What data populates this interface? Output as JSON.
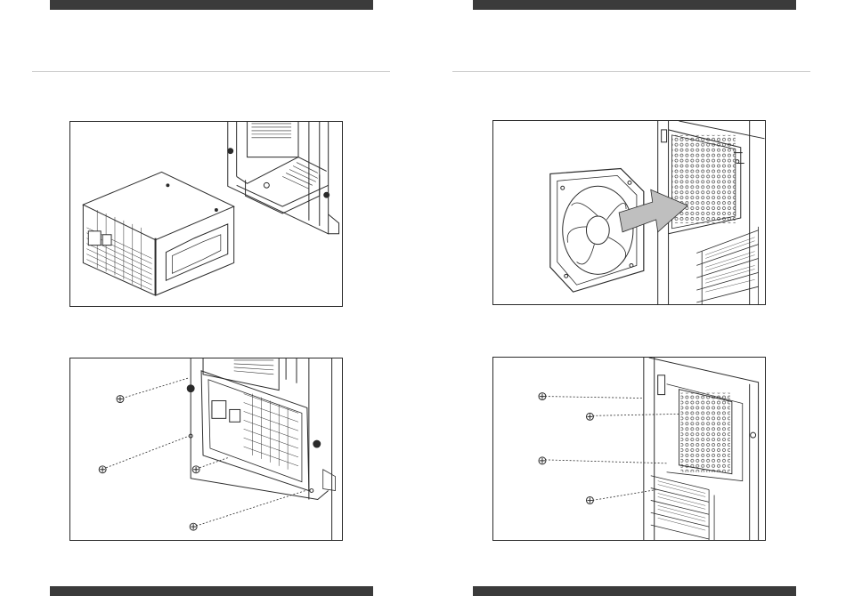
{
  "page": {
    "left_page": {
      "figures": [
        {
          "name": "psu-and-case-bay",
          "icon": "power-supply-insert-illustration"
        },
        {
          "name": "psu-screw-mounting",
          "icon": "psu-screws-illustration"
        }
      ]
    },
    "right_page": {
      "figures": [
        {
          "name": "rear-fan-install",
          "icon": "fan-install-illustration"
        },
        {
          "name": "rear-fan-screw-mounting",
          "icon": "fan-screws-illustration"
        }
      ]
    }
  },
  "colors": {
    "bar": "#3b3b3b",
    "rule": "#c9c9c9",
    "line_art": "#2a2a2a",
    "arrow_fill": "#bfbfbf"
  }
}
